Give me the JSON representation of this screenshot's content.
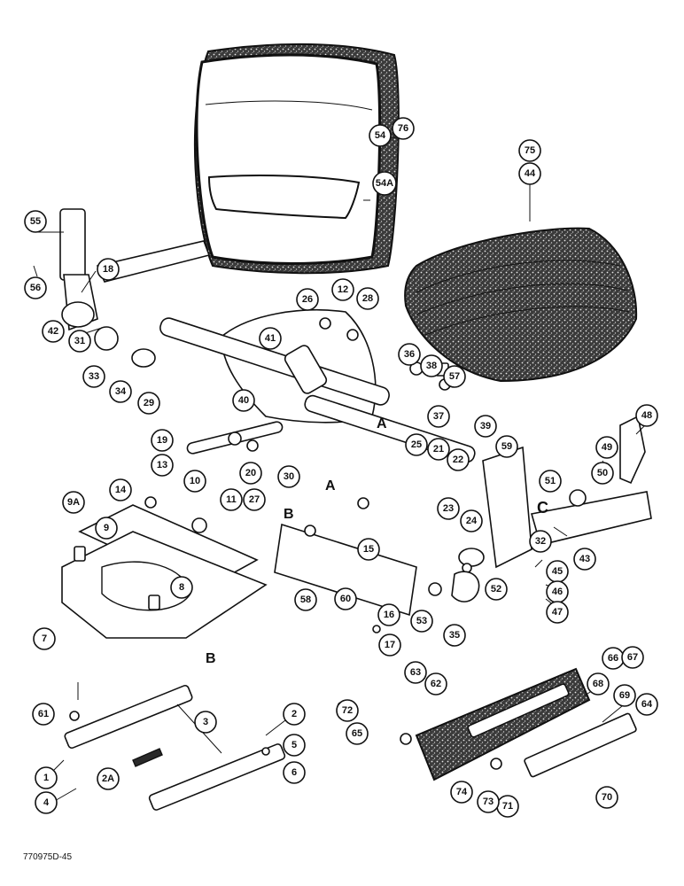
{
  "figure_code": "770975D-45",
  "callouts": [
    "1",
    "2",
    "2A",
    "3",
    "4",
    "5",
    "6",
    "7",
    "8",
    "9",
    "9A",
    "10",
    "11",
    "12",
    "13",
    "14",
    "15",
    "16",
    "17",
    "18",
    "19",
    "20",
    "21",
    "22",
    "23",
    "24",
    "25",
    "26",
    "27",
    "28",
    "29",
    "30",
    "31",
    "32",
    "33",
    "34",
    "35",
    "36",
    "37",
    "38",
    "39",
    "40",
    "41",
    "42",
    "43",
    "44",
    "45",
    "46",
    "47",
    "48",
    "49",
    "50",
    "51",
    "52",
    "53",
    "54",
    "54A",
    "55",
    "56",
    "57",
    "58",
    "59",
    "60",
    "61",
    "62",
    "63",
    "64",
    "65",
    "66",
    "67",
    "68",
    "69",
    "70",
    "71",
    "72",
    "73",
    "74",
    "75",
    "76"
  ],
  "reference_letters": [
    "A",
    "B",
    "C"
  ]
}
